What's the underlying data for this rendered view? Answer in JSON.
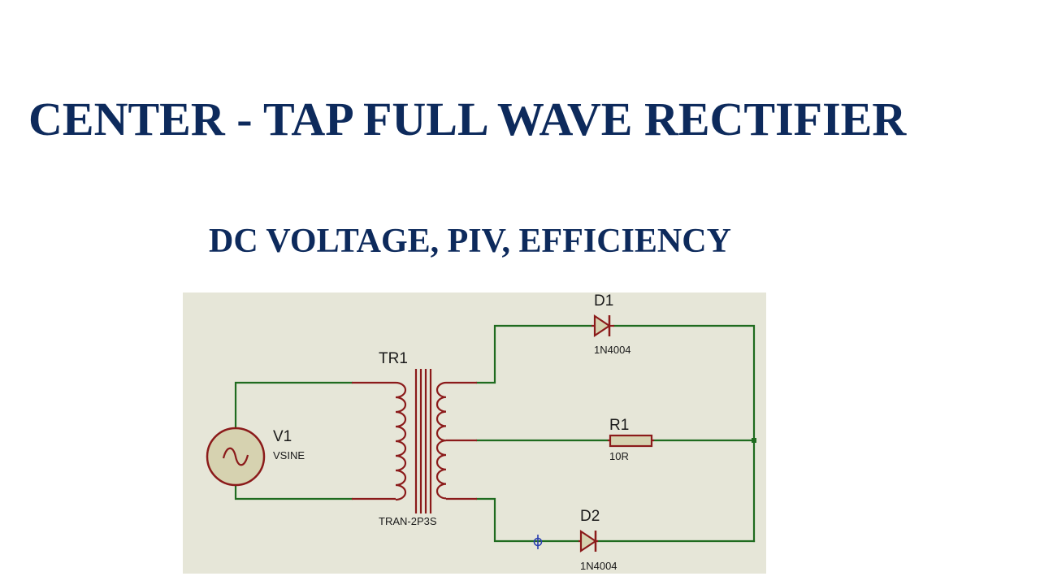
{
  "slide": {
    "title": "CENTER - TAP FULL WAVE RECTIFIER",
    "subtitle": "DC VOLTAGE, PIV, EFFICIENCY"
  },
  "schematic": {
    "source": {
      "ref": "V1",
      "type": "VSINE"
    },
    "transformer": {
      "ref": "TR1",
      "type": "TRAN-2P3S"
    },
    "diode_top": {
      "ref": "D1",
      "type": "1N4004"
    },
    "resistor": {
      "ref": "R1",
      "value": "10R"
    },
    "diode_bottom": {
      "ref": "D2",
      "type": "1N4004"
    }
  },
  "colors": {
    "title": "#0d2a5c",
    "wire": "#1f6b1f",
    "component": "#8b1a1a",
    "component_fill": "#d6d2b0",
    "canvas": "#e6e6d8",
    "cursor": "#2a3fb0"
  }
}
